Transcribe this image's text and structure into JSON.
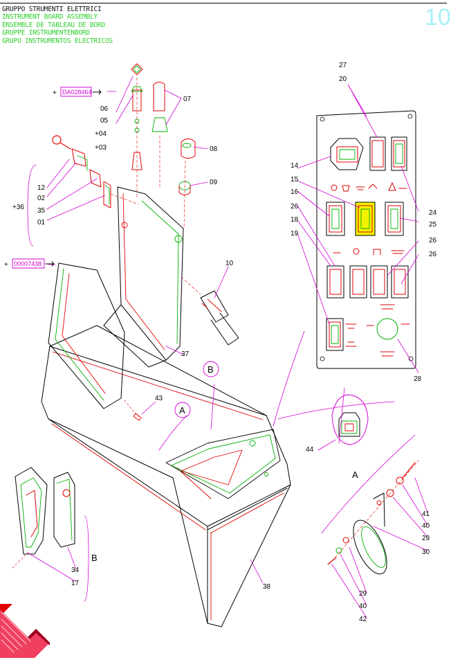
{
  "titles": {
    "it": "GRUPPO STRUMENTI ELETTRICI",
    "en": "INSTRUMENT BOARD ASSEMBLY",
    "fr": "ENSEMBLE DE TABLEAU DE BORD",
    "de": "GRUPPE INSTRUMENTENBORD",
    "es": "GRUPO INSTRUMENTOS ELECTRICOS"
  },
  "page_number": "10",
  "refs": {
    "ref1": "DA028464",
    "ref2": "00007438"
  },
  "part_labels": {
    "p06": "06",
    "p05": "05",
    "p04": "+04",
    "p03": "+03",
    "p07": "07",
    "p08": "08",
    "p09": "09",
    "p12": "12",
    "p02": "02",
    "p35": "35",
    "p01": "01",
    "p36": "+36",
    "p10": "10",
    "p37": "37",
    "p43": "43",
    "p27": "27",
    "p20": "20",
    "p14": "14",
    "p15": "15",
    "p16": "16",
    "p26a": "26",
    "p18": "18",
    "p19": "19",
    "p24": "24",
    "p25": "25",
    "p26b": "26",
    "p26c": "26",
    "p28": "28",
    "p44": "44",
    "p38": "38",
    "p41": "41",
    "p40a": "40",
    "p29a": "29",
    "p30": "30",
    "p29b": "29",
    "p40b": "40",
    "p42": "42",
    "p34": "34",
    "p17": "17"
  },
  "view_labels": {
    "a1": "A",
    "a2": "A",
    "b1": "B",
    "b2": "B"
  },
  "colors": {
    "line_red": "#e00000",
    "line_green": "#00b000",
    "leader_magenta": "#d400d4",
    "outline_black": "#000000",
    "highlight_yellow": "#f2f200",
    "pagenum_cyan": "#a8f0f6"
  },
  "icons": {
    "arrow_ref": "right-arrow-icon",
    "corner_arrow": "back-arrow-icon"
  }
}
